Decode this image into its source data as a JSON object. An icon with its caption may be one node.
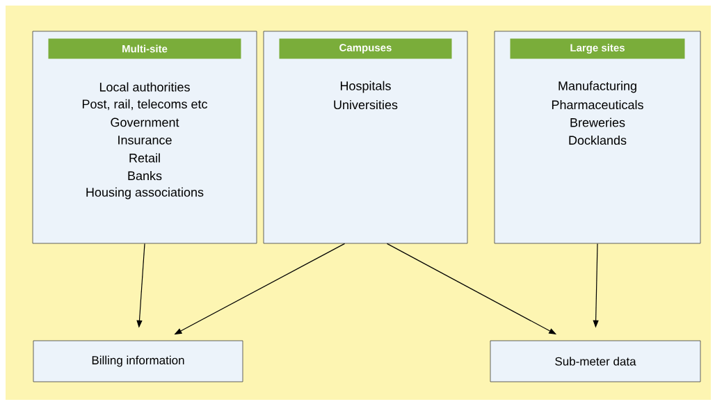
{
  "diagram": {
    "nodes": [
      {
        "text": [
          "Multi-site",
          "Local authorities",
          "Post, rail, telecoms etc",
          "Government",
          "Insurance",
          "Retail",
          "Banks",
          "Housing associations"
        ]
      },
      {
        "text": [
          "Campuses",
          "Hospitals",
          "Universities"
        ]
      },
      {
        "text": [
          "Large sites",
          "Manufacturing",
          "Pharmaceuticals",
          "Breweries",
          "Docklands"
        ]
      },
      {
        "text": [
          "Billing information"
        ]
      },
      {
        "text": [
          "Sub-meter data"
        ]
      }
    ],
    "edges": [
      {
        "from": 0,
        "to": 3,
        "arrow": "to"
      },
      {
        "from": 1,
        "to": 3,
        "arrow": "to"
      },
      {
        "from": 1,
        "to": 4,
        "arrow": "to"
      },
      {
        "from": 2,
        "to": 4,
        "arrow": "to"
      }
    ]
  }
}
